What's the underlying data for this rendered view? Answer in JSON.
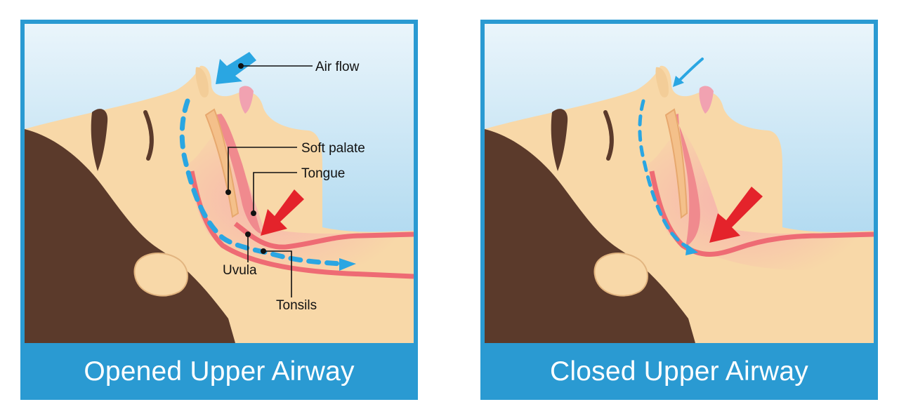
{
  "panels": [
    {
      "caption": "Opened Upper Airway",
      "labels": {
        "airflow": "Air flow",
        "soft_palate": "Soft palate",
        "tongue": "Tongue",
        "uvula": "Uvula",
        "tonsils": "Tonsils"
      }
    },
    {
      "caption": "Closed Upper Airway"
    }
  ],
  "colors": {
    "frame_blue": "#2a9ad2",
    "sky_top": "#e6f3fa",
    "sky_bottom": "#9ccfeb",
    "skin": "#f8d8a8",
    "hair": "#5b3a2b",
    "airway": "#f07a80",
    "arrow_airflow": "#2aa6e2",
    "arrow_pressure": "#e4232b"
  },
  "icons": [
    "airflow-arrow-icon",
    "pressure-arrow-icon"
  ]
}
